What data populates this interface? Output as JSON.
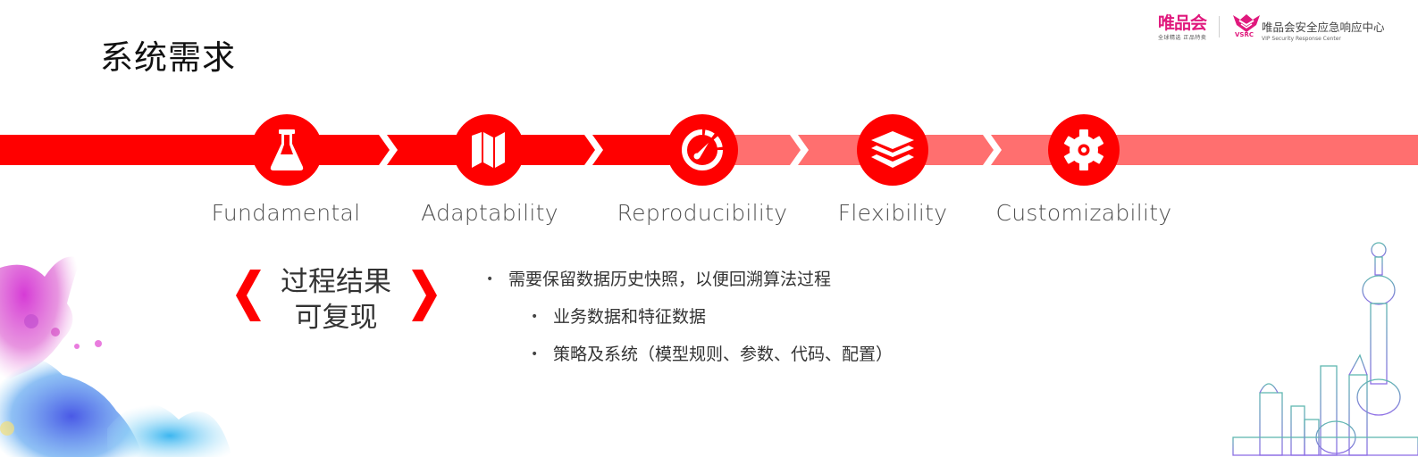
{
  "slide": {
    "title": "系统需求"
  },
  "header": {
    "vip_logo": {
      "name": "唯品会",
      "tagline": "全球精选 正品特卖"
    },
    "vsrc_logo": {
      "badge": "VSRC",
      "name_cn": "唯品会安全应急响应中心",
      "name_en": "VIP Security Response Center"
    }
  },
  "process": {
    "colors": {
      "active": "#FF0000",
      "inactive": "#FF6F6F",
      "icon": "#FFFFFF"
    },
    "steps": [
      {
        "label": "Fundamental",
        "icon": "flask-icon",
        "state": "active"
      },
      {
        "label": "Adaptability",
        "icon": "map-icon",
        "state": "active"
      },
      {
        "label": "Reproducibility",
        "icon": "speedometer-icon",
        "state": "current"
      },
      {
        "label": "Flexibility",
        "icon": "layers-icon",
        "state": "inactive"
      },
      {
        "label": "Customizability",
        "icon": "gear-icon",
        "state": "inactive"
      }
    ]
  },
  "highlight": {
    "line1": "过程结果",
    "line2": "可复现",
    "bracket_color": "#FF0000"
  },
  "bullets": [
    {
      "level": 1,
      "text": "需要保留数据历史快照，以便回溯算法过程"
    },
    {
      "level": 2,
      "text": "业务数据和特征数据"
    },
    {
      "level": 2,
      "text": "策略及系统（模型规则、参数、代码、配置）"
    }
  ],
  "bullet_glyph": "•"
}
